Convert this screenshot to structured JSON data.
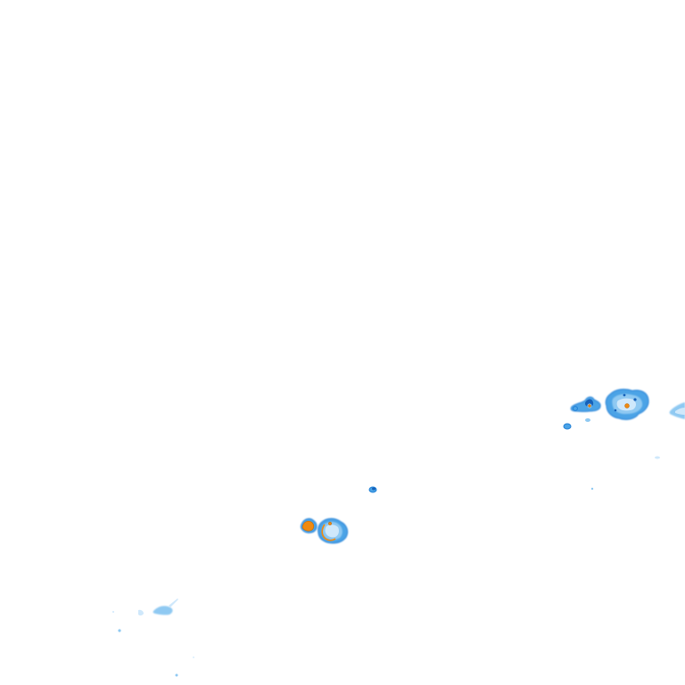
{
  "map": {
    "background": "#ffffff",
    "palette": {
      "very_light_blue": "#cfe8fb",
      "light_blue": "#8fc9f2",
      "medium_blue": "#4ba3e6",
      "blue": "#1f7fd6",
      "dark_blue": "#1560b8",
      "orange": "#f08a10",
      "dark_orange": "#c86a00"
    },
    "echo_intensity_levels": [
      "very_light_blue",
      "light_blue",
      "medium_blue",
      "blue",
      "dark_blue",
      "orange"
    ]
  }
}
